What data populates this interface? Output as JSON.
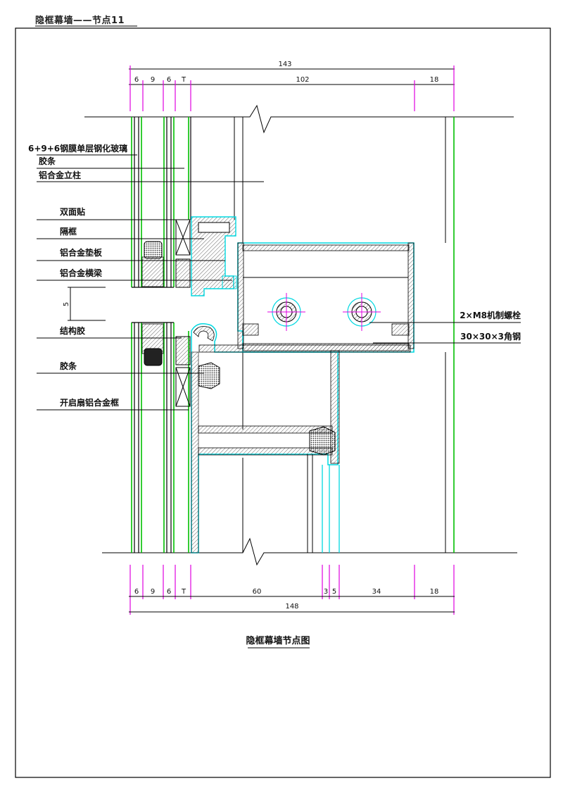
{
  "header": {
    "title": "隐框幕墙——节点11"
  },
  "dims_top": {
    "overall": "143",
    "segments": [
      "6",
      "9",
      "6",
      "T",
      "102",
      "18"
    ]
  },
  "dims_bottom": {
    "overall": "148",
    "segments": [
      "6",
      "9",
      "6",
      "T",
      "60",
      "3",
      "5",
      "34",
      "18"
    ]
  },
  "left_dim": "5",
  "labels": [
    "6+9+6钢膜单层钢化玻璃",
    "胶条",
    "铝合金立柱",
    "双面贴",
    "隔框",
    "铝合金垫板",
    "铝合金横梁",
    "结构胶",
    "胶条",
    "开启扇铝合金框"
  ],
  "right_labels": [
    "2×M8机制螺栓",
    "30×30×3角钢"
  ],
  "caption": "隐框幕墙节点图",
  "colors": {
    "glass": "#00c000",
    "profile": "#00d8e0",
    "dimension": "#e000e0",
    "line": "#000000"
  }
}
